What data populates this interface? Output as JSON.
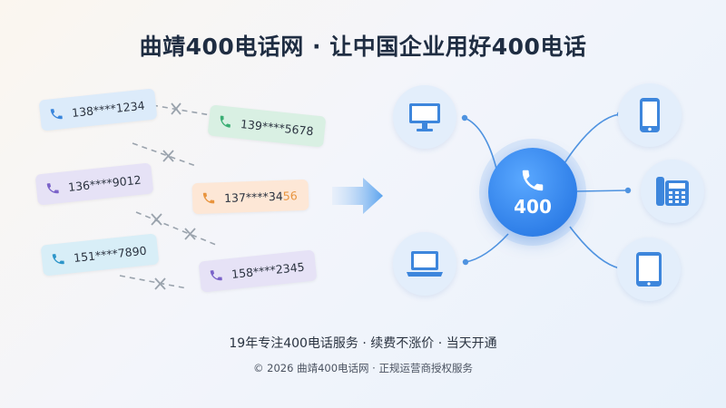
{
  "header": {
    "title": "曲靖400电话网 · 让中国企业用好400电话"
  },
  "numbers": [
    {
      "text": "138****1234"
    },
    {
      "text": "139****5678"
    },
    {
      "text": "136****9012"
    },
    {
      "text_main": "137****34",
      "text_highlight": "56"
    },
    {
      "text": "151****7890"
    },
    {
      "text": "158****2345"
    }
  ],
  "hub": {
    "label": "400"
  },
  "devices": [
    "desktop-monitor",
    "mobile-phone",
    "desk-telephone",
    "laptop",
    "tablet"
  ],
  "colors": {
    "accent": "#2f7fe8",
    "highlight": "#e8943e"
  },
  "slogan": "19年专注400电话服务  ·  续费不涨价  ·  当天开通",
  "footer": "© 2026 曲靖400电话网  ·  正规运营商授权服务"
}
